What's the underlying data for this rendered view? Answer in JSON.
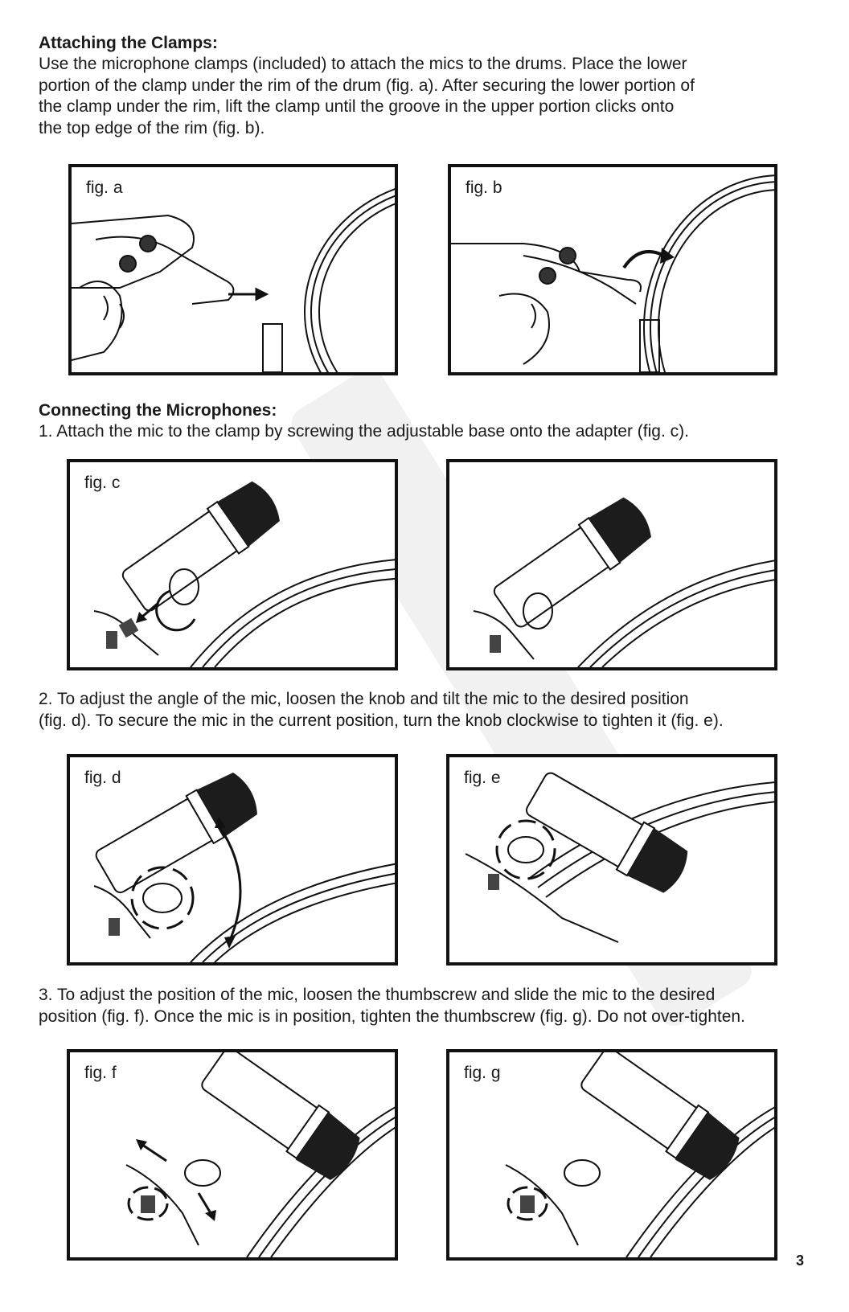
{
  "sections": {
    "clamps": {
      "heading": "Attaching the Clamps:",
      "lines": [
        "Use the microphone clamps (included) to attach the mics to the drums. Place the lower",
        "portion of the clamp under the rim of the drum (fig. a). After securing the lower portion of",
        "the clamp under the rim, lift the clamp until the groove in the upper portion clicks onto",
        "the top edge of the rim (fig. b)."
      ]
    },
    "connecting": {
      "heading": "Connecting the Microphones:",
      "step1": "1. Attach the mic to the clamp by screwing the adjustable base onto the adapter (fig. c).",
      "step2_lines": [
        "2. To adjust the angle of the mic, loosen the knob and tilt the mic to the desired position",
        "(fig. d). To secure the mic in the current position, turn the knob clockwise to tighten it (fig. e)."
      ],
      "step3_lines": [
        "3. To adjust the position of the mic, loosen the thumbscrew and slide the mic to the desired",
        "position (fig. f). Once the mic is in position, tighten the thumbscrew (fig. g). Do not over-tighten."
      ]
    }
  },
  "figures": {
    "a": "fig. a",
    "b": "fig. b",
    "c": "fig. c",
    "c2": "",
    "d": "fig. d",
    "e": "fig. e",
    "f": "fig. f",
    "g": "fig. g"
  },
  "page_number": "3",
  "colors": {
    "ink": "#111111",
    "mic_head": "#1c1c1c",
    "watermark": "#f1f1f1"
  }
}
